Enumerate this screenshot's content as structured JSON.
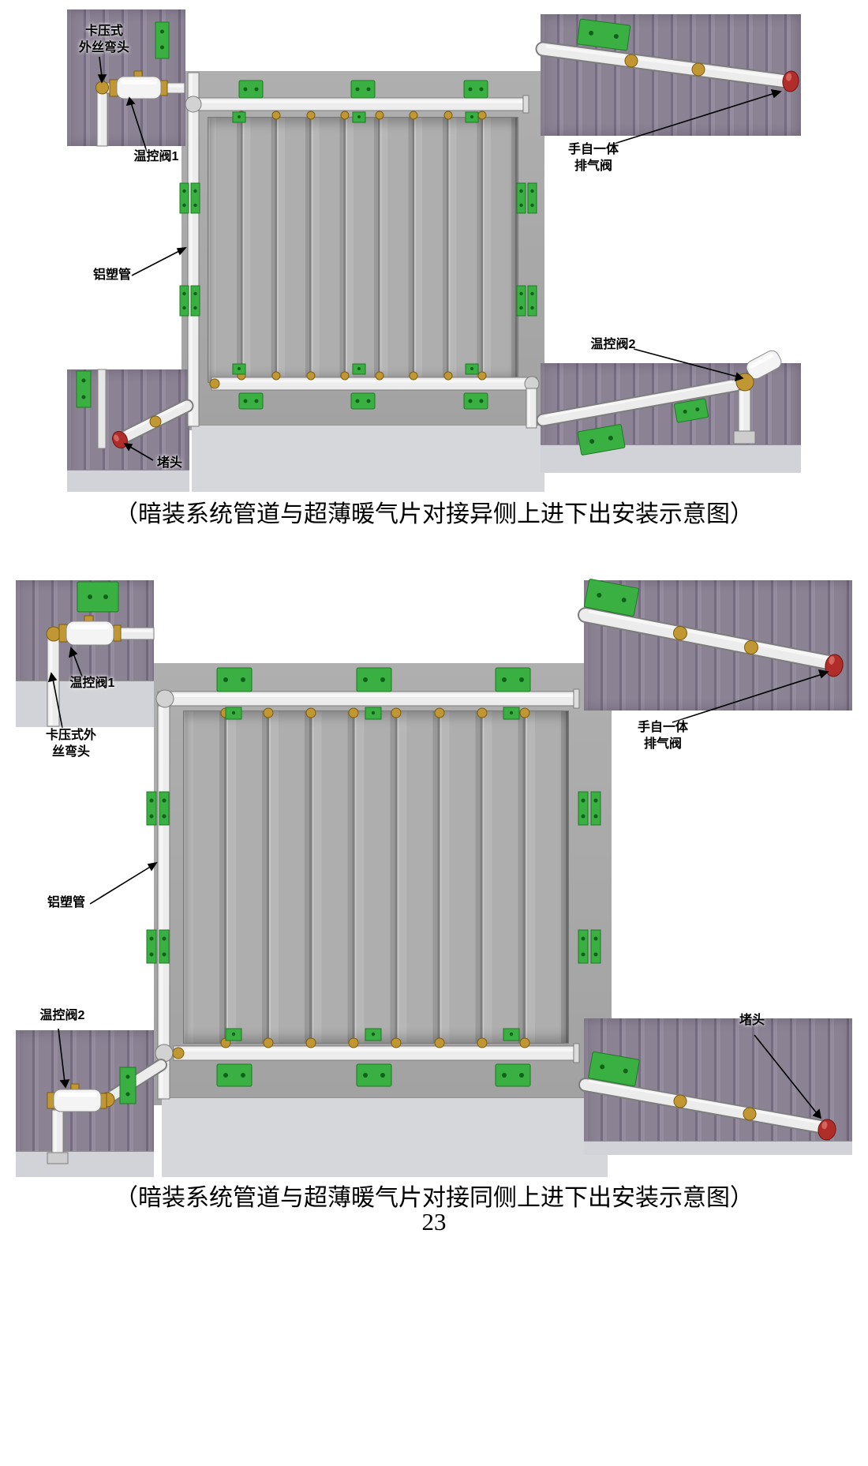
{
  "page": {
    "number": "23"
  },
  "figures": [
    {
      "caption": "（暗装系统管道与超薄暖气片对接异侧上进下出安装示意图）",
      "labels": {
        "elbow": "卡压式\n外丝弯头",
        "valve1": "温控阀1",
        "air_valve": "手自一体\n排气阀",
        "pipe": "铝塑管",
        "valve2": "温控阀2",
        "plug": "堵头"
      }
    },
    {
      "caption": "（暗装系统管道与超薄暖气片对接同侧上进下出安装示意图）",
      "labels": {
        "valve1": "温控阀1",
        "elbow": "卡压式外\n丝弯头",
        "air_valve": "手自一体\n排气阀",
        "pipe": "铝塑管",
        "valve2": "温控阀2",
        "plug": "堵头"
      }
    }
  ],
  "colors": {
    "bracket_green": "#3aaf42",
    "brass": "#c09733",
    "plug_red": "#b12d2a",
    "wall_gray": "#a8a8a8",
    "inset_purple": "#8b8294",
    "floor_gray": "#d6d7db",
    "pipe_white": "#ededed"
  }
}
